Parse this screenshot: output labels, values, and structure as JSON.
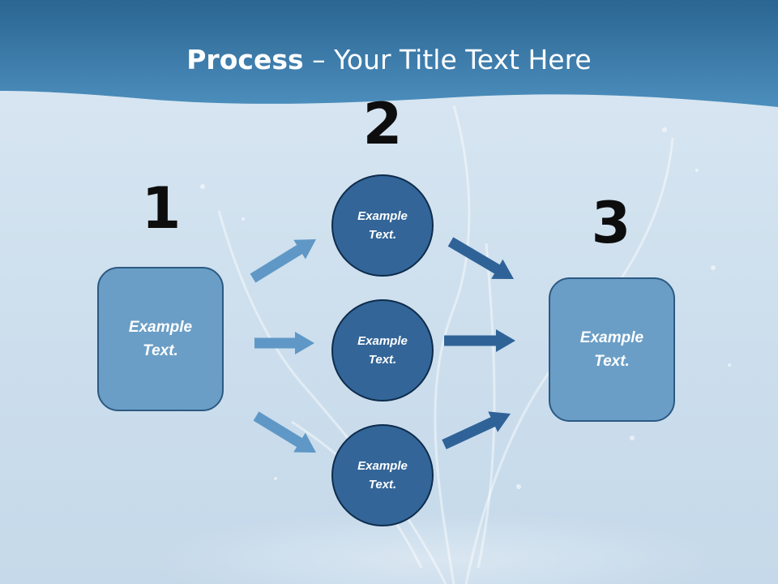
{
  "title": {
    "bold": "Process",
    "rest": " – Your Title Text Here"
  },
  "steps": {
    "one": "1",
    "two": "2",
    "three": "3"
  },
  "boxes": {
    "left": "Example Text.",
    "right": "Example Text."
  },
  "circles": {
    "top": "Example Text.",
    "middle": "Example Text.",
    "bottom": "Example Text."
  },
  "colors": {
    "header": "#3f7fad",
    "box_fill": "#6a9ec6",
    "circle_fill": "#336598",
    "arrow_light": "#5f98c6",
    "arrow_dark": "#2f6398"
  }
}
